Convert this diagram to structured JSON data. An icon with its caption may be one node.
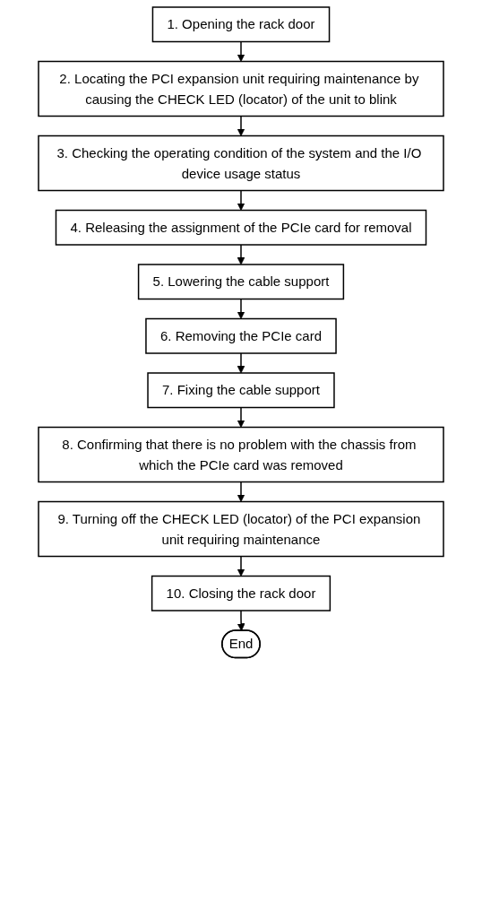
{
  "diagram": {
    "nodes": [
      {
        "text": [
          "1. Opening the rack door"
        ]
      },
      {
        "text": [
          "2. Locating the PCI expansion unit requiring maintenance by causing the CHECK LED (locator) of the unit to blink"
        ]
      },
      {
        "text": [
          "3. Checking the operating condition of the system and the I/O device usage status"
        ]
      },
      {
        "text": [
          "4. Releasing the assignment of the PCIe card for removal"
        ]
      },
      {
        "text": [
          "5. Lowering the cable support"
        ]
      },
      {
        "text": [
          "6. Removing the PCIe card"
        ]
      },
      {
        "text": [
          "7. Fixing the cable support"
        ]
      },
      {
        "text": [
          "8. Confirming that there is no problem with the chassis from which the PCIe card was removed"
        ]
      },
      {
        "text": [
          "9. Turning off the CHECK LED (locator) of the PCI expansion unit requiring maintenance"
        ]
      },
      {
        "text": [
          "10. Closing the rack door"
        ]
      },
      {
        "text": [
          "End"
        ]
      }
    ],
    "edges": [
      {
        "from": 0,
        "to": 1,
        "arrow": "to"
      },
      {
        "from": 1,
        "to": 2,
        "arrow": "to"
      },
      {
        "from": 2,
        "to": 3,
        "arrow": "to"
      },
      {
        "from": 3,
        "to": 4,
        "arrow": "to"
      },
      {
        "from": 4,
        "to": 5,
        "arrow": "to"
      },
      {
        "from": 5,
        "to": 6,
        "arrow": "to"
      },
      {
        "from": 6,
        "to": 7,
        "arrow": "to"
      },
      {
        "from": 7,
        "to": 8,
        "arrow": "to"
      },
      {
        "from": 8,
        "to": 9,
        "arrow": "to"
      },
      {
        "from": 9,
        "to": 10,
        "arrow": "to"
      }
    ]
  }
}
